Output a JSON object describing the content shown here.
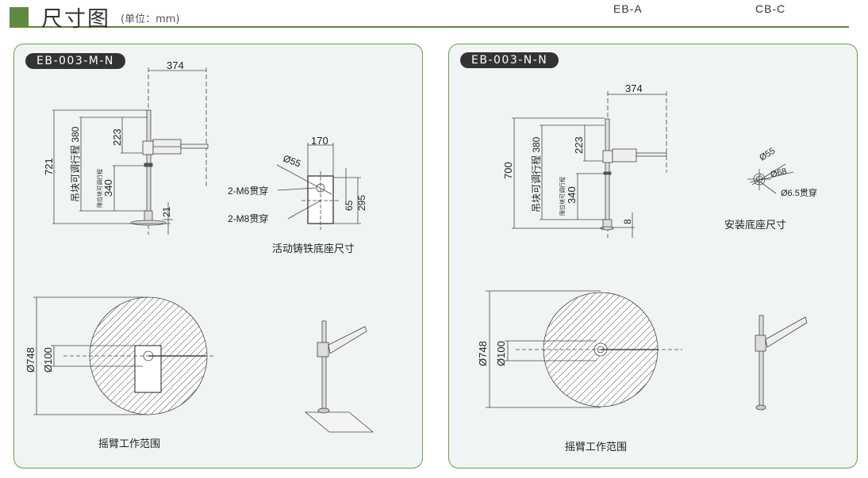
{
  "header": {
    "title": "尺寸图",
    "unit": "(单位：mm)",
    "columns": [
      "EB-A",
      "CB-C"
    ]
  },
  "left": {
    "model": "EB-003-M-N",
    "dims": {
      "reach": "374",
      "total_height": "721",
      "hanger_travel": "吊块可调行程 380",
      "d223": "223",
      "limit_travel": "限位块可调行程",
      "d340": "340",
      "d21": "21"
    },
    "base": {
      "width": "170",
      "hole": "Ø55",
      "m6": "2-M6贯穿",
      "m8": "2-M8贯穿",
      "d65": "65",
      "d295": "295",
      "caption": "活动铸铁底座尺寸"
    },
    "range": {
      "outer": "Ø748",
      "inner": "Ø100",
      "caption": "摇臂工作范围"
    }
  },
  "right": {
    "model": "EB-003-N-N",
    "dims": {
      "reach": "374",
      "total_height": "700",
      "hanger_travel": "吊块可调行程 380",
      "d223": "223",
      "limit_travel": "限位块可调行程",
      "d340": "340",
      "d8": "8"
    },
    "base": {
      "d55": "Ø55",
      "d68": "Ø68",
      "hole": "Ø6.5贯穿",
      "caption": "安装底座尺寸"
    },
    "range": {
      "outer": "Ø748",
      "inner": "Ø100",
      "caption": "摇臂工作范围"
    }
  },
  "colors": {
    "accent": "#5f8a3f",
    "panel_bg": "#f1f4f5",
    "badge": "#333333"
  }
}
